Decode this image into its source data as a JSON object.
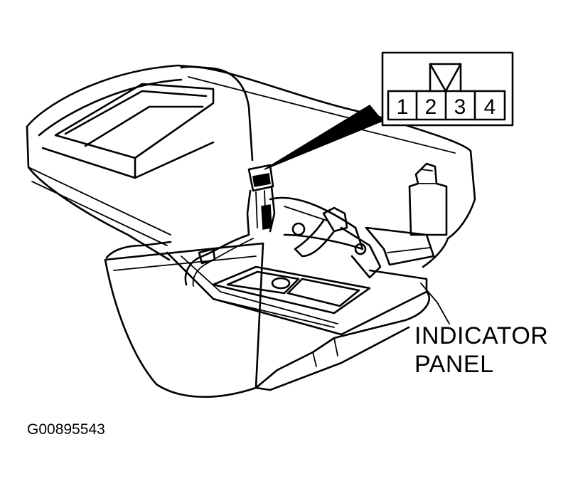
{
  "connector": {
    "pins": [
      "1",
      "2",
      "3",
      "4"
    ]
  },
  "label": {
    "line1": "INDICATOR",
    "line2": "PANEL"
  },
  "figure_id": "G00895543"
}
